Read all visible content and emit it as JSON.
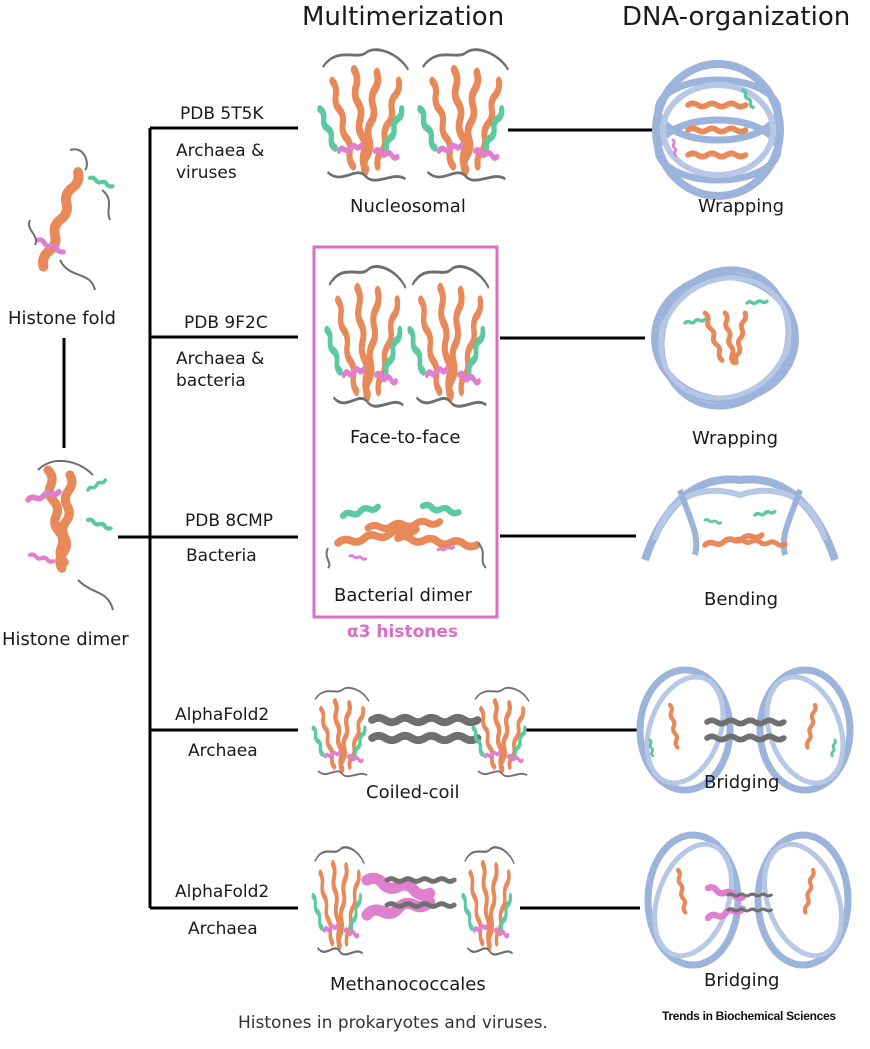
{
  "headers": {
    "multimerization": "Multimerization",
    "dna_organization": "DNA-organization"
  },
  "left": {
    "histone_fold": "Histone fold",
    "histone_dimer": "Histone dimer"
  },
  "rows": [
    {
      "source": "PDB 5T5K",
      "organisms": [
        "Archaea &",
        "viruses"
      ],
      "multimer": "Nucleosomal",
      "dna": "Wrapping"
    },
    {
      "source": "PDB 9F2C",
      "organisms": [
        "Archaea &",
        "bacteria"
      ],
      "multimer": "Face-to-face",
      "dna": "Wrapping"
    },
    {
      "source": "PDB 8CMP",
      "organisms": [
        "Bacteria"
      ],
      "multimer": "Bacterial dimer",
      "dna": "Bending"
    },
    {
      "source": "AlphaFold2",
      "organisms": [
        "Archaea"
      ],
      "multimer": "Coiled-coil",
      "dna": "Bridging"
    },
    {
      "source": "AlphaFold2",
      "organisms": [
        "Archaea"
      ],
      "multimer": "Methanococcales",
      "dna": "Bridging"
    }
  ],
  "highlight_label": "α3 histones",
  "caption": "Histones in prokaryotes and viruses.",
  "brand": "Trends in Biochemical Sciences",
  "colors": {
    "helix_orange": "#e8895a",
    "helix_teal": "#5cc9a0",
    "helix_pink": "#e07fcf",
    "loop_grey": "#6f6f6f",
    "dna_blue": "#9cb3dc",
    "highlight_box": "#d86fc4"
  }
}
